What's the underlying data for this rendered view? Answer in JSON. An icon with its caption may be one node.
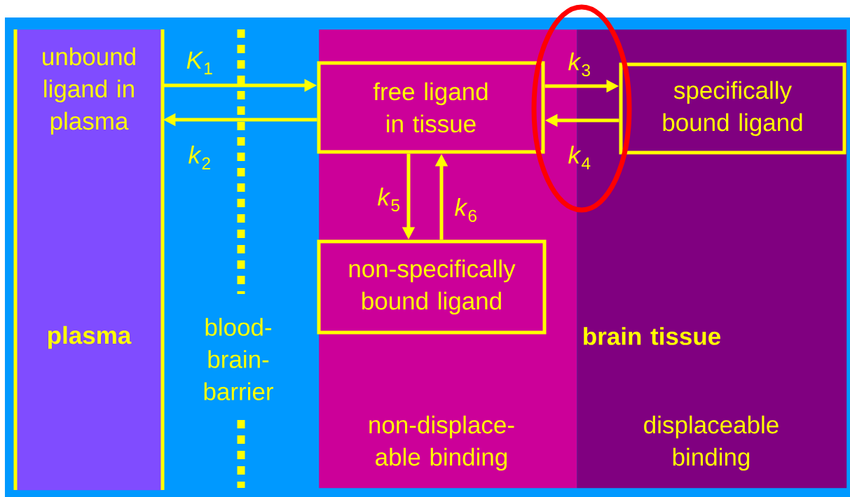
{
  "diagram": {
    "nodes": [
      {
        "text": [
          "unbound ligand in plasma",
          "plasma"
        ]
      },
      {
        "text": [
          "non-displace-able binding"
        ]
      },
      {
        "text": [
          "displaceable binding"
        ]
      },
      {
        "text": [
          "free ligand in tissue"
        ],
        "in": 1
      },
      {
        "text": [
          "specifically bound ligand"
        ],
        "in": 2
      },
      {
        "text": [
          "non-specifically bound ligand"
        ],
        "in": 1
      }
    ],
    "edges": [
      {
        "from": 0,
        "to": 3,
        "arrow": "to",
        "label": "*K*$_{1}$"
      },
      {
        "from": 3,
        "to": 0,
        "arrow": "to",
        "label": "*k*$_{2}$"
      },
      {
        "from": 3,
        "to": 4,
        "arrow": "to",
        "label": "*k*$_{3}$"
      },
      {
        "from": 4,
        "to": 3,
        "arrow": "to",
        "label": "*k*$_{4}$"
      },
      {
        "from": 3,
        "to": 5,
        "arrow": "to",
        "label": "*k*$_{5}$"
      },
      {
        "from": 5,
        "to": 3,
        "arrow": "to",
        "label": "*k*$_{6}$"
      }
    ],
    "labels": [
      "blood-brain-barrier",
      "brain tissue"
    ]
  }
}
